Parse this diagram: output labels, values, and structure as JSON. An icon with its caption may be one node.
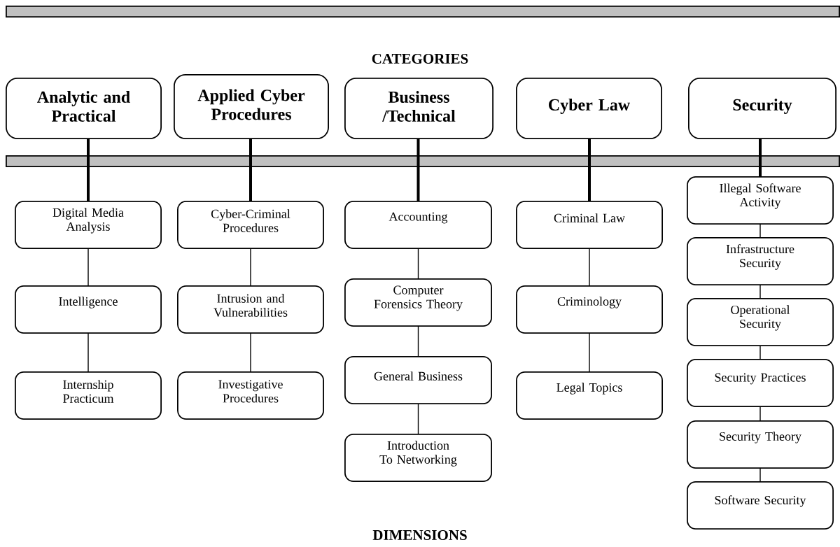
{
  "diagram": {
    "title": "CATEGORIES",
    "caption": "DIMENSIONS",
    "nodes": [
      {
        "text": [
          "Analytic and Practical"
        ]
      },
      {
        "text": [
          "Applied Cyber Procedures"
        ]
      },
      {
        "text": [
          "Business /Technical"
        ]
      },
      {
        "text": [
          "Cyber Law"
        ]
      },
      {
        "text": [
          "Security"
        ]
      },
      {
        "text": [
          "Digital Media Analysis"
        ]
      },
      {
        "text": [
          "Intelligence"
        ]
      },
      {
        "text": [
          "Internship Practicum"
        ]
      },
      {
        "text": [
          "Cyber-Criminal Procedures"
        ]
      },
      {
        "text": [
          "Intrusion and Vulnerabilities"
        ]
      },
      {
        "text": [
          "Investigative Procedures"
        ]
      },
      {
        "text": [
          "Accounting"
        ]
      },
      {
        "text": [
          "Computer Forensics Theory"
        ]
      },
      {
        "text": [
          "General Business"
        ]
      },
      {
        "text": [
          "Introduction To Networking"
        ]
      },
      {
        "text": [
          "Criminal Law"
        ]
      },
      {
        "text": [
          "Criminology"
        ]
      },
      {
        "text": [
          "Legal Topics"
        ]
      },
      {
        "text": [
          "Illegal Software Activity"
        ]
      },
      {
        "text": [
          "Infrastructure Security"
        ]
      },
      {
        "text": [
          "Operational Security"
        ]
      },
      {
        "text": [
          "Security Practices"
        ]
      },
      {
        "text": [
          "Security Theory"
        ]
      },
      {
        "text": [
          "Software Security"
        ]
      },
      {
        "text": [],
        "shape": "bar"
      },
      {
        "text": [],
        "shape": "bar"
      }
    ],
    "edges": [
      {
        "from": 0,
        "to": 5,
        "arrow": "none",
        "style": "thick"
      },
      {
        "from": 5,
        "to": 6,
        "arrow": "none"
      },
      {
        "from": 6,
        "to": 7,
        "arrow": "none"
      },
      {
        "from": 1,
        "to": 8,
        "arrow": "none",
        "style": "thick"
      },
      {
        "from": 8,
        "to": 9,
        "arrow": "none"
      },
      {
        "from": 9,
        "to": 10,
        "arrow": "none"
      },
      {
        "from": 2,
        "to": 11,
        "arrow": "none",
        "style": "thick"
      },
      {
        "from": 11,
        "to": 12,
        "arrow": "none"
      },
      {
        "from": 12,
        "to": 13,
        "arrow": "none"
      },
      {
        "from": 13,
        "to": 14,
        "arrow": "none"
      },
      {
        "from": 3,
        "to": 15,
        "arrow": "none",
        "style": "thick"
      },
      {
        "from": 15,
        "to": 16,
        "arrow": "none"
      },
      {
        "from": 16,
        "to": 17,
        "arrow": "none"
      },
      {
        "from": 4,
        "to": 18,
        "arrow": "none",
        "style": "thick"
      },
      {
        "from": 18,
        "to": 19,
        "arrow": "none"
      },
      {
        "from": 19,
        "to": 20,
        "arrow": "none"
      },
      {
        "from": 20,
        "to": 21,
        "arrow": "none"
      },
      {
        "from": 21,
        "to": 22,
        "arrow": "none"
      },
      {
        "from": 22,
        "to": 23,
        "arrow": "none"
      }
    ]
  }
}
